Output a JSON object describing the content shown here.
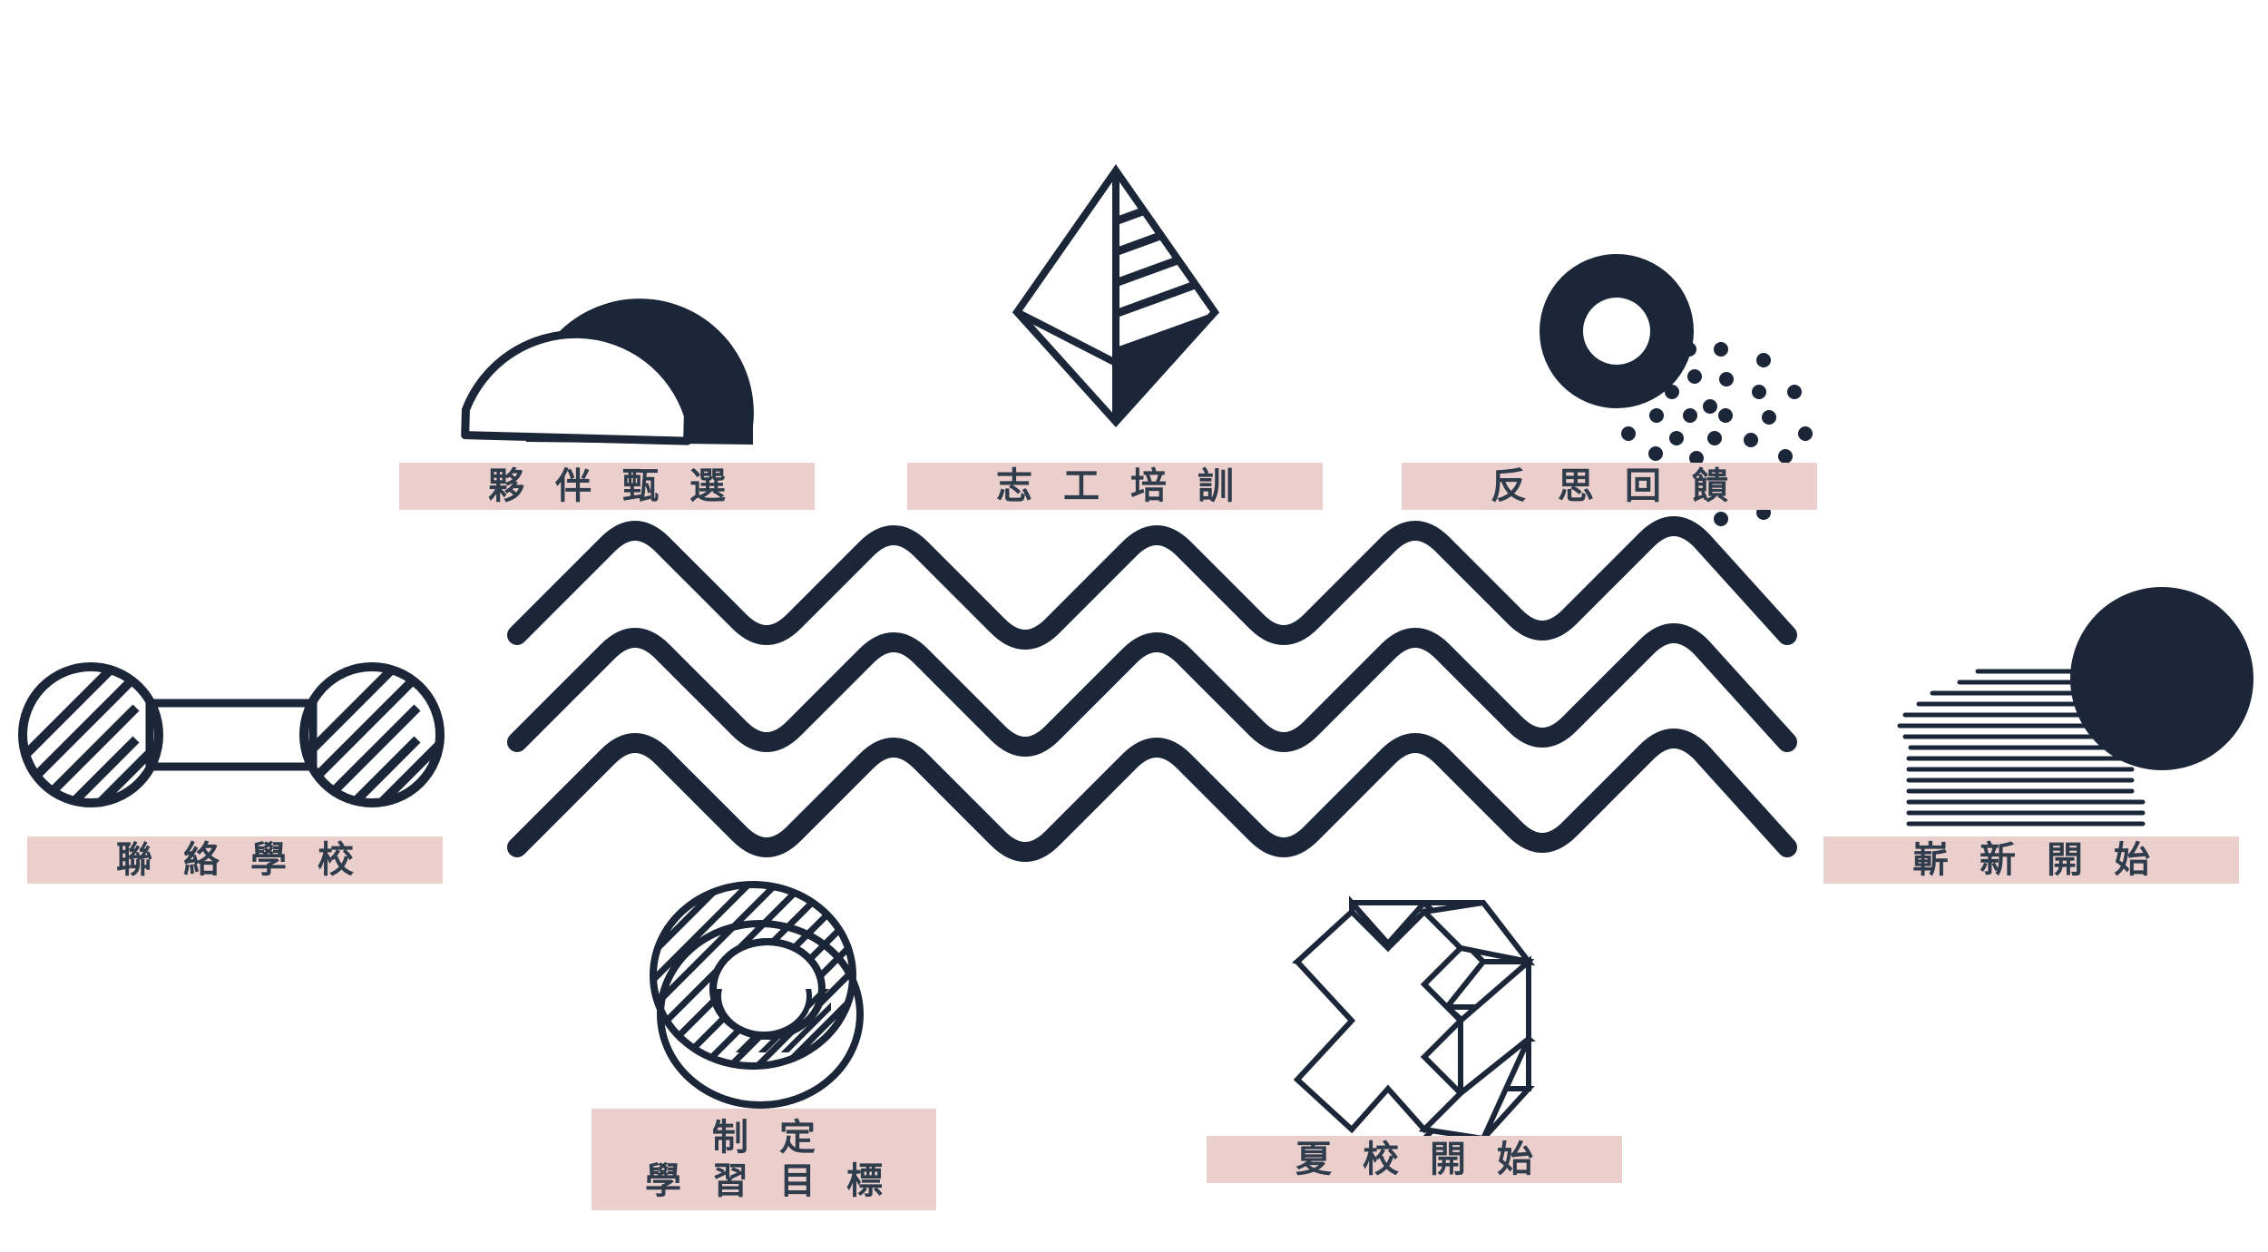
{
  "palette": {
    "ink": "#1c2639",
    "label_bg": "#ebcfcd",
    "label_text": "#2f3c4b",
    "background": "#ffffff"
  },
  "steps": [
    {
      "id": "contact-school",
      "icon": "dumbbell-icon",
      "lines": [
        "聯絡學校"
      ]
    },
    {
      "id": "partner-selection",
      "icon": "half-circles-icon",
      "lines": [
        "夥伴甄選"
      ]
    },
    {
      "id": "volunteer-training",
      "icon": "diamond-icon",
      "lines": [
        "志工培訓"
      ]
    },
    {
      "id": "reflection-feedback",
      "icon": "ring-dots-icon",
      "lines": [
        "反思回饋"
      ]
    },
    {
      "id": "new-beginning",
      "icon": "sunset-icon",
      "lines": [
        "嶄新開始"
      ]
    },
    {
      "id": "set-learning-goals",
      "icon": "striped-ring-icon",
      "lines": [
        "制定",
        "學習目標"
      ]
    },
    {
      "id": "summer-school-start",
      "icon": "cross-icon",
      "lines": [
        "夏校開始"
      ]
    }
  ],
  "decor": {
    "wave_icon": "wave-lines-icon",
    "wave_count": 3
  }
}
